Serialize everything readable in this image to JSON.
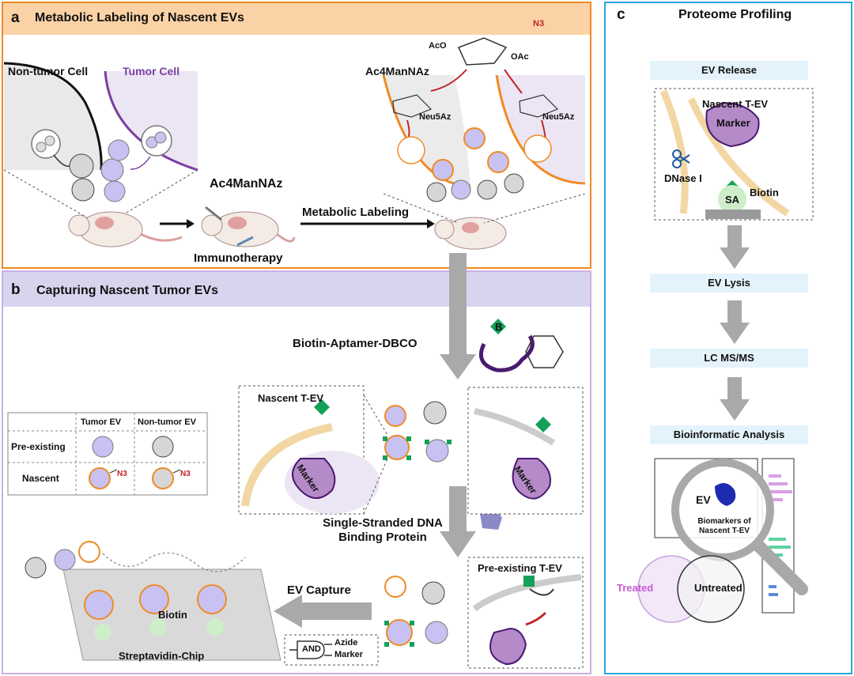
{
  "panel_a": {
    "letter": "a",
    "title": "Metabolic Labeling of Nascent EVs",
    "non_tumor_cell": "Non-tumor Cell",
    "tumor_cell": "Tumor Cell",
    "ac4mannaz_label": "Ac4ManNAz",
    "immunotherapy": "Immunotherapy",
    "metabolic_labeling": "Metabolic Labeling",
    "ac4mannaz_structure": "Ac4ManNAz",
    "neu5az": "Neu5Az",
    "aco": "AcO",
    "oac": "OAc",
    "n3": "N3"
  },
  "panel_b": {
    "letter": "b",
    "title": "Capturing Nascent Tumor EVs",
    "biotin_aptamer": "Biotin-Aptamer-DBCO",
    "nascent_tev": "Nascent T-EV",
    "marker": "Marker",
    "b_tag": "B",
    "ssb": "Single-Stranded DNA Binding Protein",
    "pre_existing_tev": "Pre-existing T-EV",
    "ev_capture": "EV Capture",
    "biotin": "Biotin",
    "chip": "Streptavidin-Chip",
    "gate": "AND",
    "gate_in1": "Azide",
    "gate_in2": "Marker",
    "table": {
      "headers": [
        "",
        "Tumor EV",
        "Non-tumor EV"
      ],
      "rows": [
        "Pre-existing",
        "Nascent"
      ],
      "n3": "N3"
    }
  },
  "panel_c": {
    "letter": "c",
    "title": "Proteome Profiling",
    "steps": [
      "EV Release",
      "EV Lysis",
      "LC MS/MS",
      "Bioinformatic Analysis"
    ],
    "nascent_tev": "Nascent T-EV",
    "marker": "Marker",
    "dnase": "DNase I",
    "biotin": "Biotin",
    "sa": "SA",
    "ev": "EV",
    "biomarkers": "Biomarkers of Nascent T-EV",
    "treated": "Treated",
    "untreated": "Untreated"
  },
  "colors": {
    "orange": "#f08a24",
    "purple": "#7b3fa0",
    "blue": "#29a8dd",
    "green": "#14a05a",
    "red": "#c0262b"
  }
}
